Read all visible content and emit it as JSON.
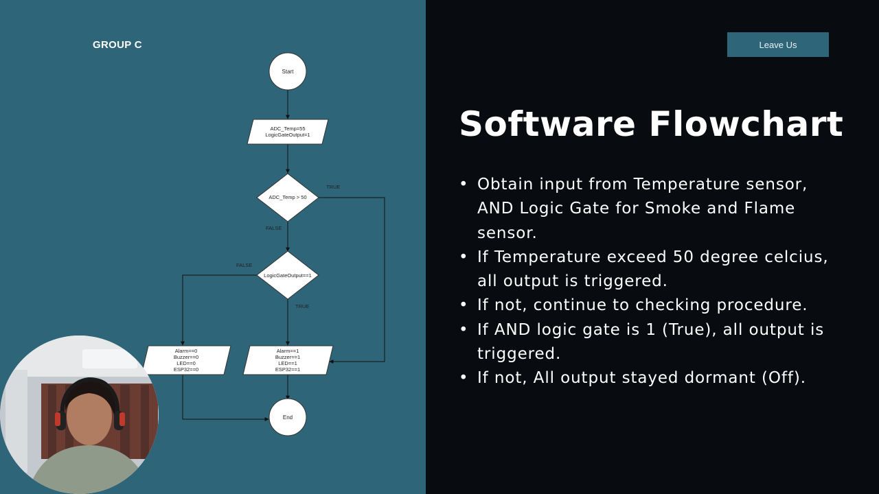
{
  "header": {
    "group_label": "GROUP C",
    "leave_button": "Leave Us"
  },
  "slide": {
    "title": "Software Flowchart",
    "bullets": [
      "Obtain input from Temperature sensor, AND Logic Gate for Smoke and Flame sensor.",
      "If Temperature exceed 50 degree celcius, all output is triggered.",
      "If not, continue to checking procedure.",
      "If AND logic gate is 1 (True), all output is triggered.",
      "If not, All output stayed dormant (Off)."
    ]
  },
  "flowchart": {
    "start": "Start",
    "init": [
      "ADC_Temp=55",
      "LogicGateOutput=1"
    ],
    "decision1": "ADC_Temp > 50",
    "decision1_true": "TRUE",
    "decision1_false": "FALSE",
    "decision2": "LogicGateOutput==1",
    "decision2_false": "FALSE",
    "decision2_true": "TRUE",
    "outputs_off": [
      "Alarm==0",
      "Buzzer==0",
      "LED==0",
      "ESP32==0"
    ],
    "outputs_on": [
      "Alarm==1",
      "Buzzer==1",
      "LED==1",
      "ESP32==1"
    ],
    "end": "End"
  },
  "webcam": {
    "description_icon": "participant-video"
  },
  "colors": {
    "left_bg": "#2e6578",
    "right_bg": "#080c10",
    "button_bg": "#2e6578"
  }
}
